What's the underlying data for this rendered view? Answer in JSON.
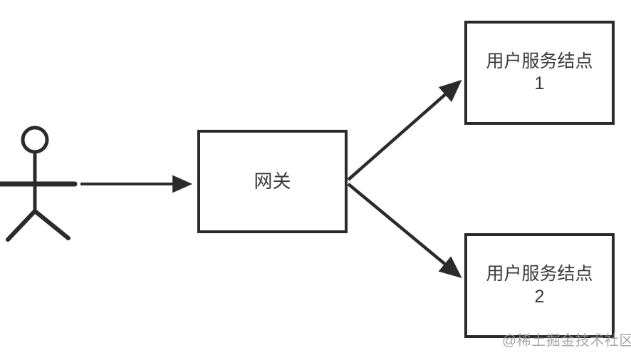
{
  "diagram": {
    "nodes": {
      "gateway": {
        "label": "网关"
      },
      "service1": {
        "name": "用户服务结点",
        "number": "1"
      },
      "service2": {
        "name": "用户服务结点",
        "number": "2"
      }
    },
    "edges": [
      {
        "from": "user-actor",
        "to": "gateway"
      },
      {
        "from": "gateway",
        "to": "service1"
      },
      {
        "from": "gateway",
        "to": "service2"
      }
    ],
    "watermark": "@稀土掘金技术社区",
    "colors": {
      "line": "#2b2b2b",
      "box_border": "#2a2a2a",
      "text": "#3a3a3a",
      "watermark": "#9b9b9b",
      "background": "#ffffff"
    }
  }
}
